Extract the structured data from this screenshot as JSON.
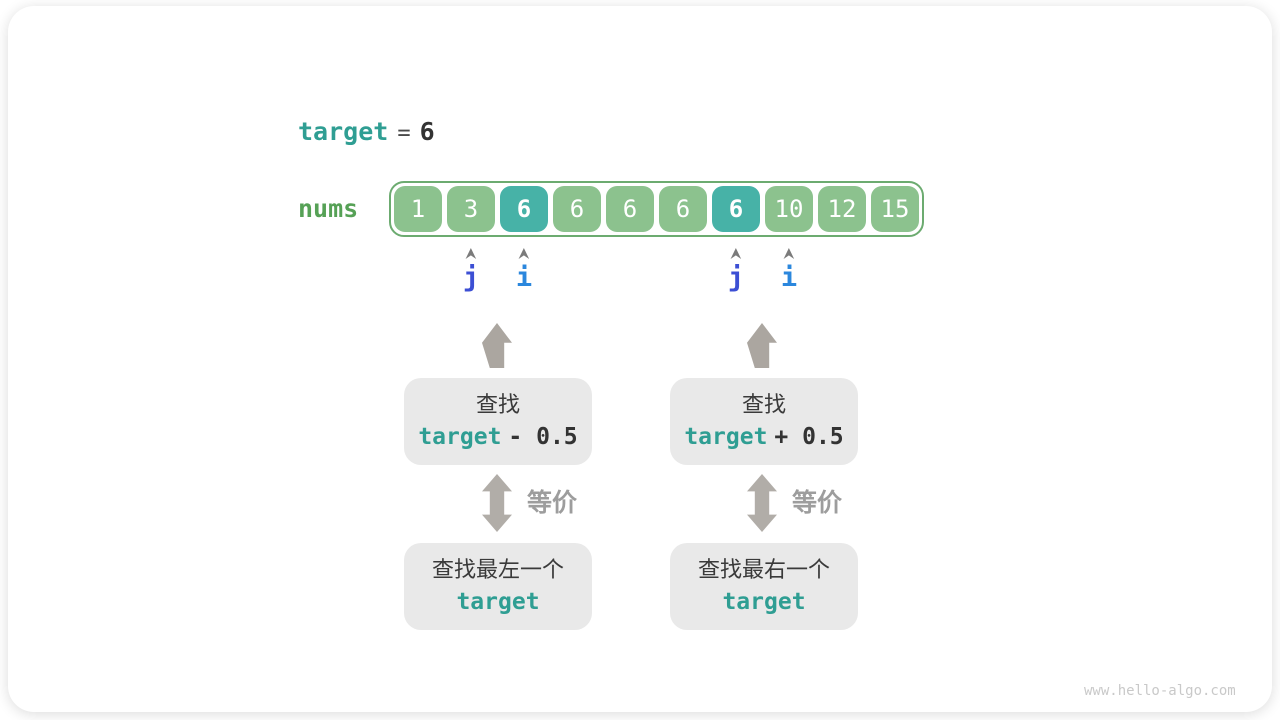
{
  "header": {
    "variable": "target",
    "equals_sign": "=",
    "value": "6"
  },
  "array": {
    "label": "nums",
    "values": [
      "1",
      "3",
      "6",
      "6",
      "6",
      "6",
      "6",
      "10",
      "12",
      "15"
    ],
    "highlighted_indices": [
      2,
      6
    ]
  },
  "pointers": [
    {
      "label": "j",
      "array_index": 1
    },
    {
      "label": "i",
      "array_index": 2
    },
    {
      "label": "j",
      "array_index": 6
    },
    {
      "label": "i",
      "array_index": 7
    }
  ],
  "flows": [
    {
      "side": "left",
      "search_prefix": "查找",
      "search_code_var": "target",
      "search_code_op": "- 0.5",
      "equivalence_label": "等价",
      "result_text": "查找最左一个",
      "result_code": "target"
    },
    {
      "side": "right",
      "search_prefix": "查找",
      "search_code_var": "target",
      "search_code_op": "+ 0.5",
      "equivalence_label": "等价",
      "result_text": "查找最右一个",
      "result_code": "target"
    }
  ],
  "colors": {
    "code_teal": "#2f9e93",
    "label_green": "#56a156",
    "array_border_green": "#6cab70",
    "cell_green": "#8cc28e",
    "cell_teal_highlight": "#47b2a7",
    "box_gray": "#e9e9e9",
    "arrow_gray": "#aba6a0",
    "equiv_text_gray": "#9d9d9d",
    "pointer_j_blue": "#3c4fd4",
    "pointer_i_blue": "#2b87dd",
    "dark_text": "#3a3a3a",
    "watermark_gray": "#c9c9c9"
  },
  "footer": {
    "watermark": "www.hello-algo.com"
  }
}
